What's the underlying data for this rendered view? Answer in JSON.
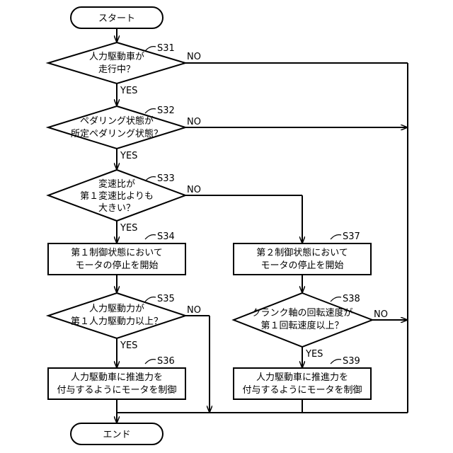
{
  "start": "スタート",
  "end": "エンド",
  "yes": "YES",
  "no": "NO",
  "s31": {
    "step": "S31",
    "lines": [
      "人力駆動車が",
      "走行中？"
    ]
  },
  "s32": {
    "step": "S32",
    "lines": [
      "ペダリング状態が",
      "所定ペダリング状態？"
    ]
  },
  "s33": {
    "step": "S33",
    "lines": [
      "変速比が",
      "第１変速比よりも",
      "大きい？"
    ]
  },
  "s34": {
    "step": "S34",
    "lines": [
      "第１制御状態において",
      "モータの停止を開始"
    ]
  },
  "s35": {
    "step": "S35",
    "lines": [
      "人力駆動力が",
      "第１人力駆動力以上？"
    ]
  },
  "s36": {
    "step": "S36",
    "lines": [
      "人力駆動車に推進力を",
      "付与するようにモータを制御"
    ]
  },
  "s37": {
    "step": "S37",
    "lines": [
      "第２制御状態において",
      "モータの停止を開始"
    ]
  },
  "s38": {
    "step": "S38",
    "lines": [
      "クランク軸の回転速度が",
      "第１回転速度以上？"
    ]
  },
  "s39": {
    "step": "S39",
    "lines": [
      "人力駆動車に推進力を",
      "付与するようにモータを制御"
    ]
  }
}
